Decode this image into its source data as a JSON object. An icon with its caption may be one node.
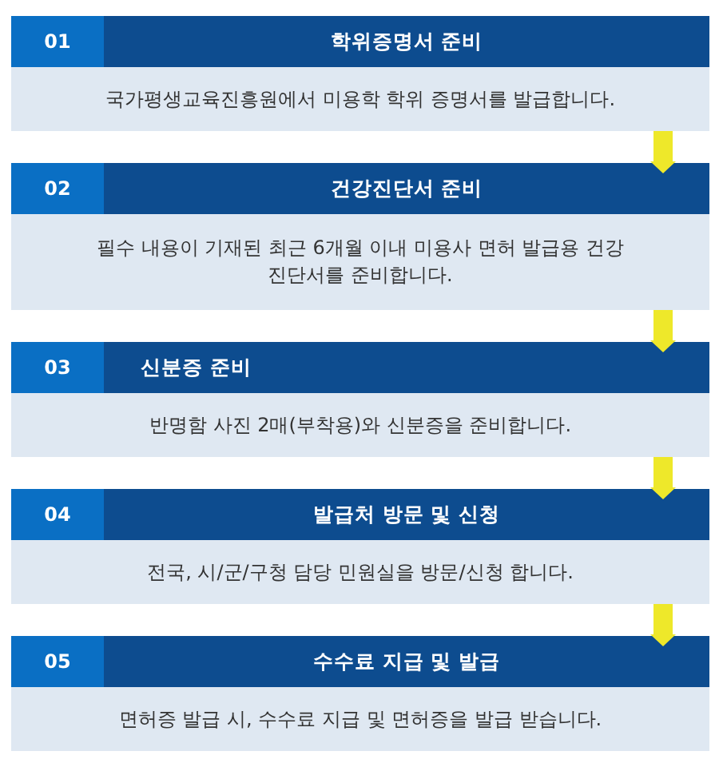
{
  "diagram": {
    "nodes": [
      {
        "text": [
          "01",
          "학위증명서 준비",
          "국가평생교육진흥원에서 미용학 학위 증명서를 발급합니다."
        ]
      },
      {
        "text": [
          "02",
          "건강진단서 준비",
          "필수 내용이 기재된 최근 6개월 이내 미용사 면허 발급용 건강진단서를 준비합니다."
        ]
      },
      {
        "text": [
          "03",
          "신분증 준비",
          "반명함 사진 2매(부착용)와 신분증을 준비합니다."
        ]
      },
      {
        "text": [
          "04",
          "발급처 방문 및 신청",
          "전국, 시/군/구청 담당 민원실을 방문/신청 합니다."
        ]
      },
      {
        "text": [
          "05",
          "수수료 지급 및 발급",
          "면허증 발급 시, 수수료 지급 및 면허증을 발급 받습니다."
        ]
      }
    ],
    "edges": [
      {
        "from": 0,
        "to": 1,
        "arrow": "to"
      },
      {
        "from": 1,
        "to": 2,
        "arrow": "to"
      },
      {
        "from": 2,
        "to": 3,
        "arrow": "to"
      },
      {
        "from": 3,
        "to": 4,
        "arrow": "to"
      }
    ]
  }
}
